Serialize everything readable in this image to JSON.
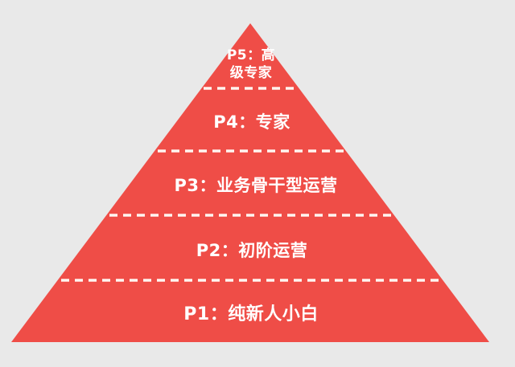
{
  "diagram": {
    "type": "pyramid",
    "fill_color": "#ef4d47",
    "background_color": "#e9e9e9",
    "divider_color": "#ffffff",
    "levels": [
      {
        "id": "P5",
        "label_line1": "P5：高",
        "label_line2": "级专家"
      },
      {
        "id": "P4",
        "label": "P4：专家"
      },
      {
        "id": "P3",
        "label": "P3：业务骨干型运营"
      },
      {
        "id": "P2",
        "label": "P2：初阶运营"
      },
      {
        "id": "P1",
        "label": "P1：纯新人小白"
      }
    ]
  }
}
